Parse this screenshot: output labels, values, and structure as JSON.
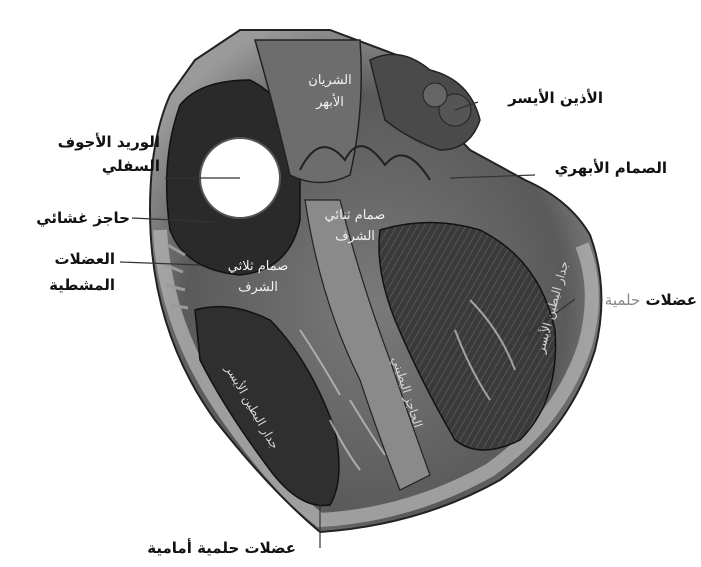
{
  "labels": {
    "left_atrium": "الأذين الأيسر",
    "aortic_valve": "الصمام الأبهري",
    "inferior_vena_cava": "الوريد الأجوف السفلي",
    "ivc_line1": "الوريد الأجوف",
    "ivc_line2": "السفلي",
    "membranous_septum": "حاجز غشائي",
    "trabeculae_line1": "العضلات",
    "trabeculae_line2": "المشطية",
    "papillary_prefix": "عضلات",
    "papillary_suffix": "حلمية",
    "anterior_papillary": "عضلات حلمية أمامية"
  },
  "inner_labels": {
    "aorta_line1": "الشريان",
    "aorta_line2": "الأبهر",
    "mitral_line1": "صمام ثنائي",
    "mitral_line2": "الشرف",
    "tricuspid_line1": "صمام ثلاثي",
    "tricuspid_line2": "الشرف",
    "septum": "الحاجز البطيني",
    "left_ventricle_wall": "جدار البطين الأيسر",
    "right_ventricle_wall": "جدار البطين الأيسر",
    "lv_wall_right": "جدار البطين الأيسر"
  },
  "colors": {
    "background": "#ffffff",
    "label_text": "#111111",
    "leader_line": "#333333",
    "tissue_dark": "#2e2e2e",
    "tissue_mid": "#6a6a6a",
    "tissue_light": "#a8a8a8",
    "vessel_opening": "#ffffff"
  }
}
